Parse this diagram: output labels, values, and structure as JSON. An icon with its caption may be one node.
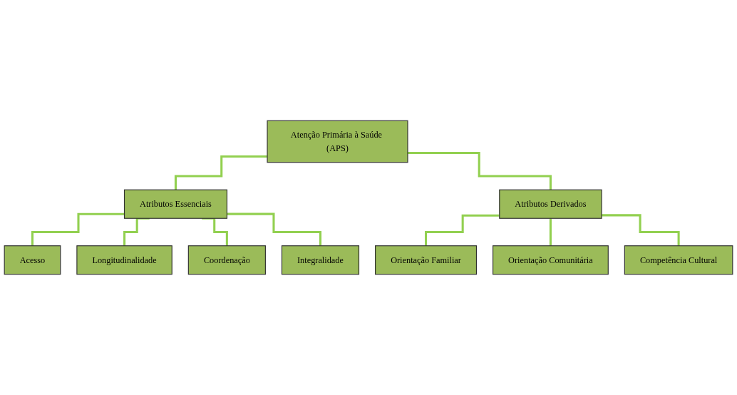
{
  "diagram": {
    "nodes": [
      {
        "text": [
          "Atenção Primária à Saúde (APS)"
        ]
      },
      {
        "text": [
          "Atributos Essenciais"
        ]
      },
      {
        "text": [
          "Acesso"
        ]
      },
      {
        "text": [
          "Longitudinalidade"
        ]
      },
      {
        "text": [
          "Coordenação"
        ]
      },
      {
        "text": [
          "Integralidade"
        ]
      },
      {
        "text": [
          "Atributos Derivados"
        ]
      },
      {
        "text": [
          "Orientação Familiar"
        ]
      },
      {
        "text": [
          "Orientação Comunitária"
        ]
      },
      {
        "text": [
          "Competência Cultural"
        ]
      }
    ],
    "edges": [
      {
        "from": 0,
        "to": 1,
        "arrow": "none"
      },
      {
        "from": 0,
        "to": 6,
        "arrow": "none"
      },
      {
        "from": 1,
        "to": 2,
        "arrow": "none"
      },
      {
        "from": 1,
        "to": 3,
        "arrow": "none"
      },
      {
        "from": 1,
        "to": 4,
        "arrow": "none"
      },
      {
        "from": 1,
        "to": 5,
        "arrow": "none"
      },
      {
        "from": 6,
        "to": 7,
        "arrow": "none"
      },
      {
        "from": 6,
        "to": 8,
        "arrow": "none"
      },
      {
        "from": 6,
        "to": 9,
        "arrow": "none"
      }
    ]
  }
}
